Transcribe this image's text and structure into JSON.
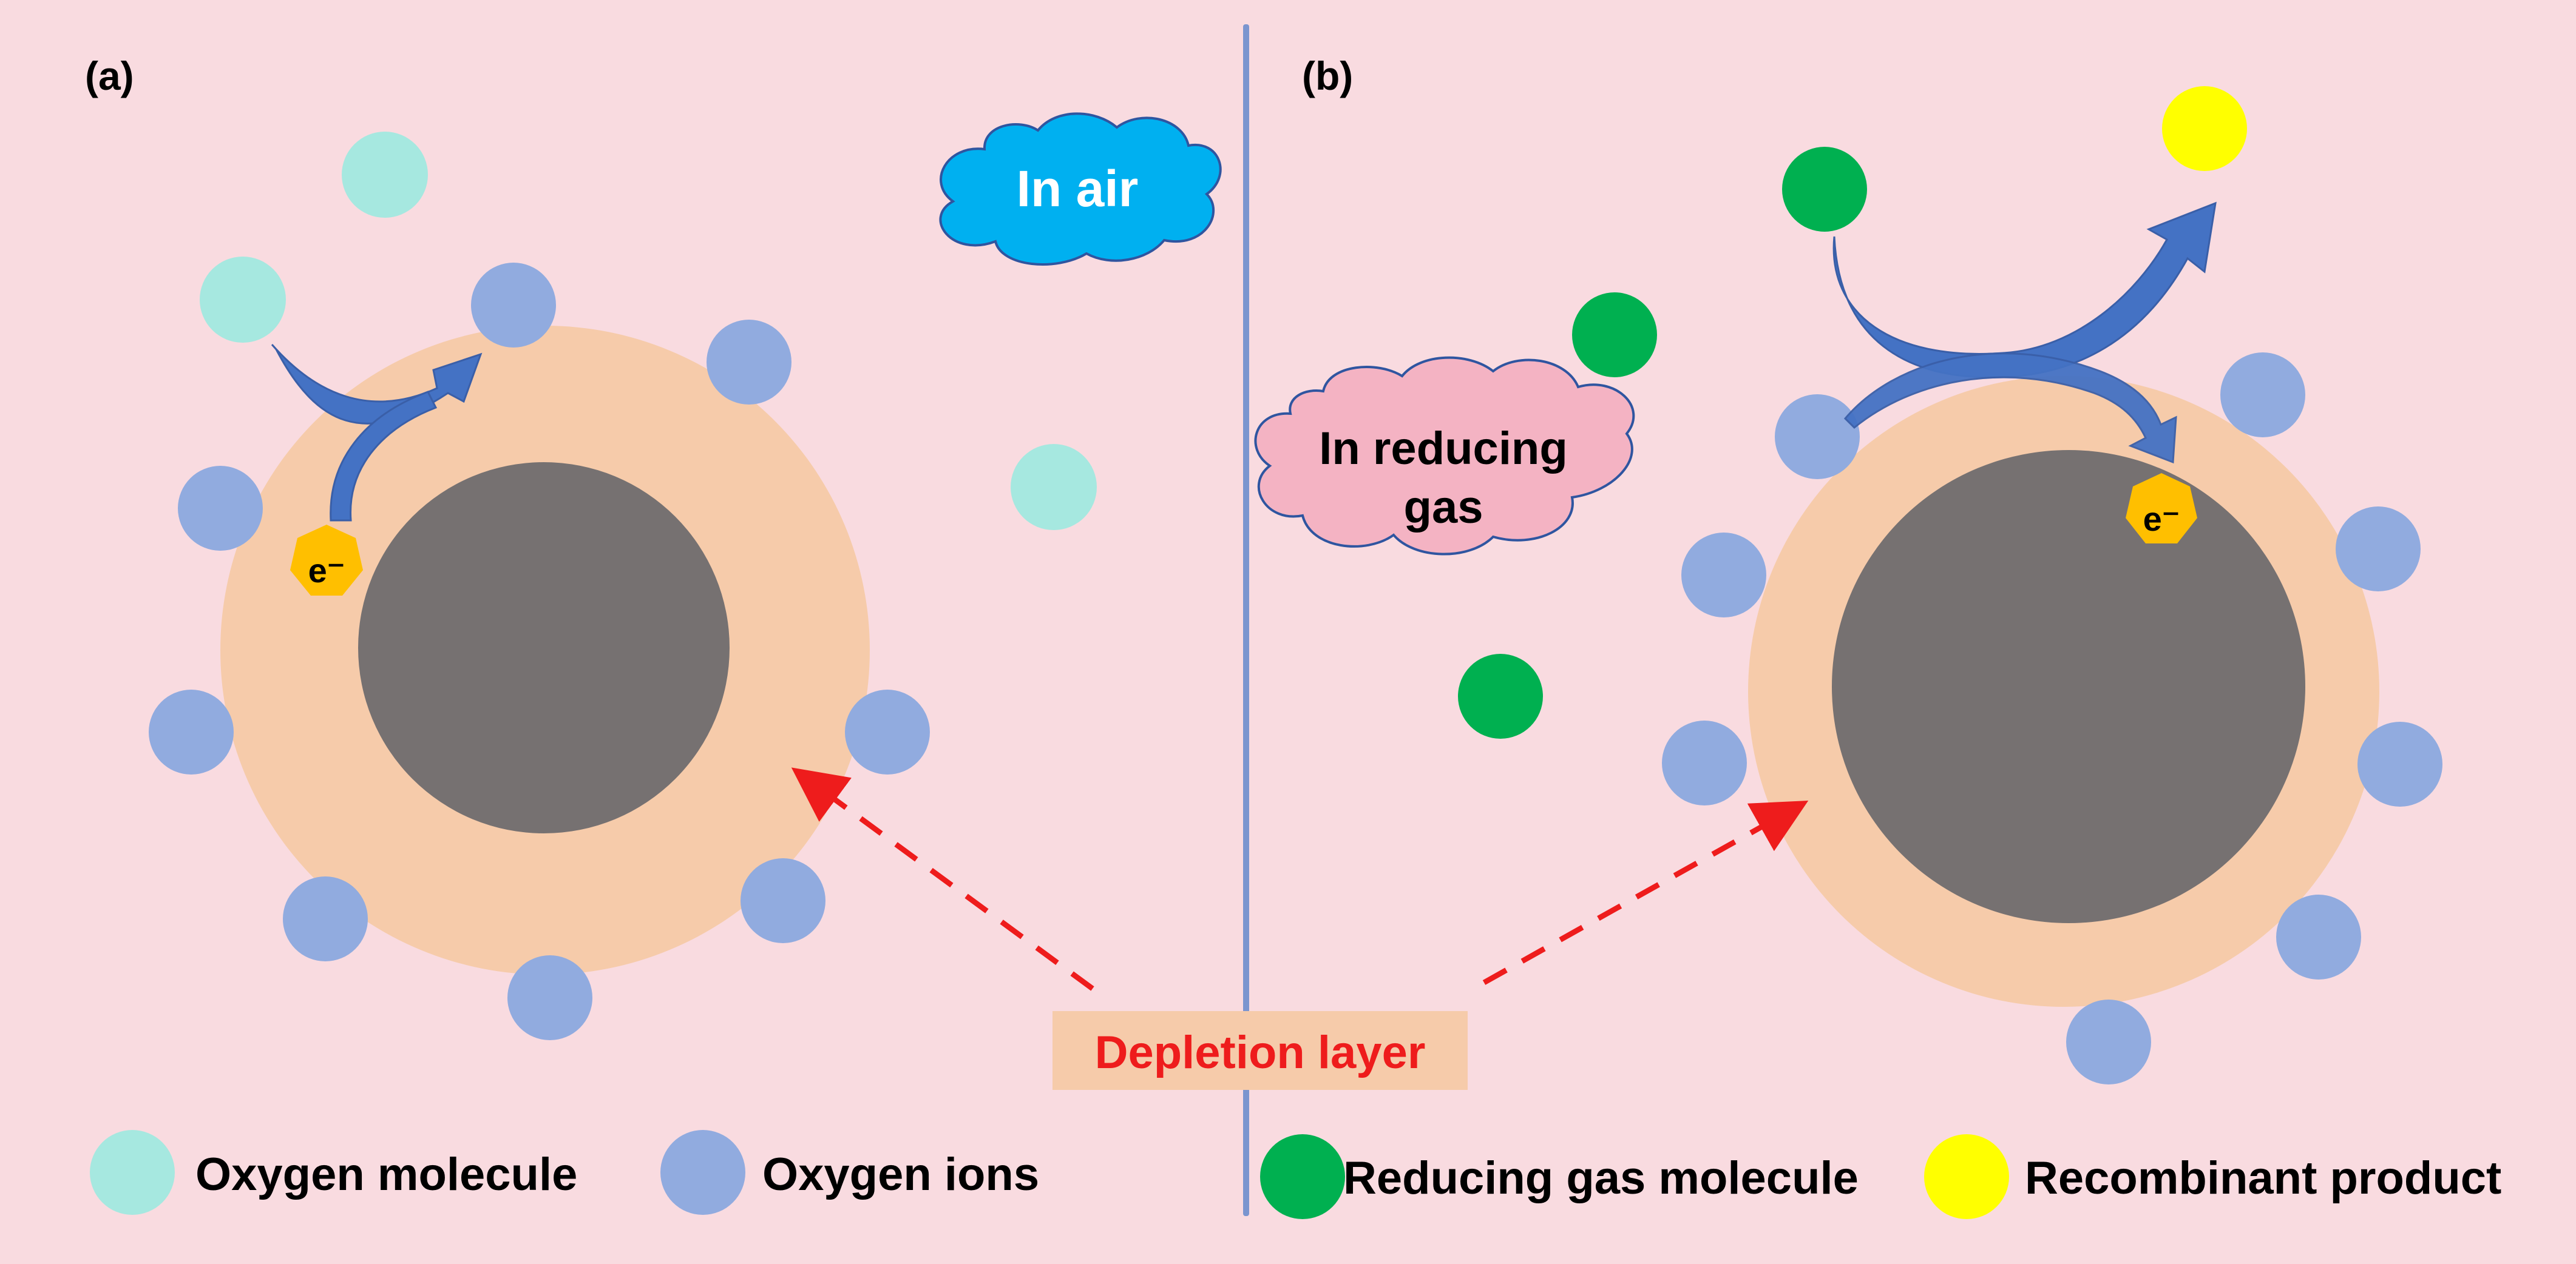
{
  "colors": {
    "background": "#f9dbe0",
    "core": "#767171",
    "depletion_shell": "#f6cbaa",
    "oxygen_molecule": "#a6e8e0",
    "oxygen_ion": "#91abdf",
    "reducing_gas": "#00b050",
    "recombinant_product": "#ffff00",
    "electron": "#ffbf00",
    "arrow": "#4472c4",
    "dashed_pointer": "#ee1c1c",
    "divider": "#7b95cf",
    "air_cloud": "#00b0f0",
    "reducing_cloud": "#f4b3c3",
    "cloud_outline": "#2f55a0"
  },
  "panel_a": {
    "label": "(a)",
    "cloud_text": "In air",
    "electron_label": "e⁻"
  },
  "panel_b": {
    "label": "(b)",
    "cloud_line1": "In reducing",
    "cloud_line2": "gas",
    "electron_label": "e⁻"
  },
  "depletion_label": "Depletion layer",
  "legend": {
    "oxygen_molecule": "Oxygen molecule",
    "oxygen_ions": "Oxygen ions",
    "reducing_gas_molecule": "Reducing gas molecule",
    "recombinant_product": "Recombinant product"
  },
  "icons": {
    "air_cloud": "cloud-icon",
    "reducing_cloud": "cloud-icon",
    "electron": "heptagon-icon",
    "transfer_arrow": "curved-arrow-icon"
  }
}
